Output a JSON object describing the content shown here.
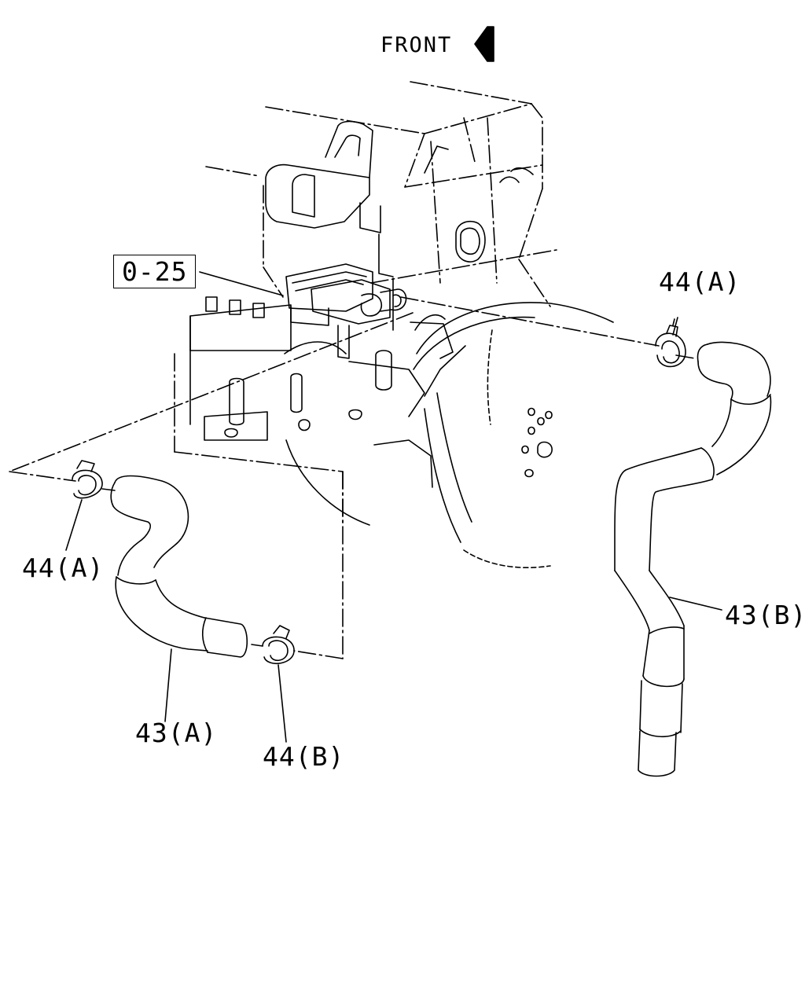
{
  "direction": {
    "label": "FRONT",
    "arrow_icon": "left-arrow-icon"
  },
  "reference": {
    "label": "0-25"
  },
  "callouts": {
    "clamp_a_right": "44(A)",
    "clamp_a_left": "44(A)",
    "clamp_b": "44(B)",
    "hose_a": "43(A)",
    "hose_b": "43(B)"
  },
  "colors": {
    "line": "#000000",
    "background": "#ffffff"
  }
}
